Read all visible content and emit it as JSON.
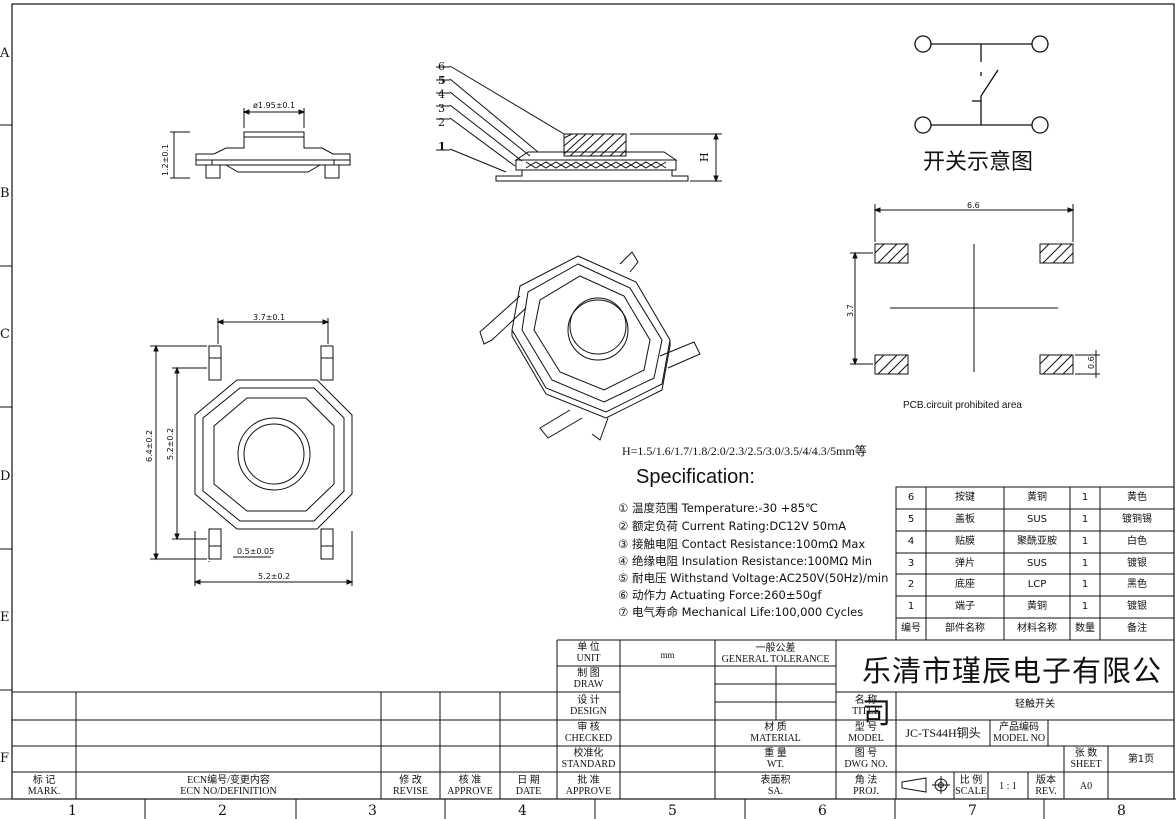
{
  "border_rows": [
    "A",
    "B",
    "C",
    "D",
    "E",
    "F"
  ],
  "border_cols": [
    "1",
    "2",
    "3",
    "4",
    "5",
    "6",
    "7",
    "8"
  ],
  "dimensions": {
    "button_dia": "ø1.95±0.1",
    "height": "1.2±0.1",
    "top_width": "3.7±0.1",
    "outer_height": "6.4±0.2",
    "inner_height": "5.2±0.2",
    "lead_width": "0.5±0.05",
    "bottom_width": "5.2±0.2",
    "pcb_width": "6.6",
    "pcb_height": "3.7",
    "pad": "0.6",
    "h_label": "H"
  },
  "layer_labels": [
    "6",
    "5",
    "4",
    "3",
    "2",
    "1"
  ],
  "schematic_title": "开关示意图",
  "pcb_note": "PCB.circuit prohibited area",
  "h_note": "H=1.5/1.6/1.7/1.8/2.0/2.3/2.5/3.0/3.5/4/4.3/5mm等",
  "spec": {
    "title": "Specification:",
    "lines": [
      "① 温度范围 Temperature:-30 +85℃",
      "② 额定负荷 Current Rating:DC12V 50mA",
      "③ 接触电阻 Contact Resistance:100mΩ Max",
      "④ 绝缘电阻 Insulation Resistance:100MΩ Min",
      "⑤ 耐电压  Withstand Voltage:AC250V(50Hz)/min",
      "⑥ 动作力 Actuating Force:260±50gf",
      "⑦ 电气寿命 Mechanical Life:100,000 Cycles"
    ]
  },
  "bom": {
    "rows": [
      [
        "6",
        "按键",
        "黄铜",
        "1",
        "黄色"
      ],
      [
        "5",
        "盖板",
        "SUS",
        "1",
        "镀铜锡"
      ],
      [
        "4",
        "贴膜",
        "聚酰亚胺",
        "1",
        "白色"
      ],
      [
        "3",
        "弹片",
        "SUS",
        "1",
        "镀银"
      ],
      [
        "2",
        "底座",
        "LCP",
        "1",
        "黑色"
      ],
      [
        "1",
        "端子",
        "黄铜",
        "1",
        "镀银"
      ]
    ],
    "header": [
      "编号",
      "部件名称",
      "材料名称",
      "数量",
      "备注"
    ]
  },
  "title_block": {
    "unit_label": "单  位",
    "unit_en": "UNIT",
    "unit_value": "mm",
    "tolerance": "一般公差",
    "tolerance_en": "GENERAL TOLERANCE",
    "draw": "制  图",
    "draw_en": "DRAW",
    "design": "设  计",
    "design_en": "DESIGN",
    "checked": "审  核",
    "checked_en": "CHECKED",
    "standard": "校准化",
    "standard_en": "STANDARD",
    "approve": "批  准",
    "approve_en": "APPROVE",
    "material": "材  质",
    "material_en": "MATERIAL",
    "weight": "重  量",
    "weight_en": "WT.",
    "surface": "表面积",
    "surface_en": "SA.",
    "company": "乐清市瑾辰电子有限公司",
    "title_label": "名  称",
    "title_en": "TITLE",
    "title_value": "轻触开关",
    "model_label": "型  号",
    "model_en": "MODEL",
    "model_value": "JC-TS44H铜头",
    "model_no": "产品编码",
    "model_no_en": "MODEL NO",
    "dwg_label": "图  号",
    "dwg_en": "DWG NO.",
    "sheet_label": "张  数",
    "sheet_en": "SHEET",
    "sheet_value": "第1页",
    "proj_label": "角  法",
    "proj_en": "PROJ.",
    "scale_label": "比 例",
    "scale_en": "SCALE",
    "scale_value": "1 : 1",
    "rev_label": "版本",
    "rev_en": "REV.",
    "rev_value": "A0"
  },
  "revision_block": {
    "mark": "标  记",
    "mark_en": "MARK.",
    "ecn": "ECN编号/变更内容",
    "ecn_en": "ECN NO/DEFINITION",
    "revise": "修  改",
    "revise_en": "REVISE",
    "approve": "核  准",
    "approve_en": "APPROVE",
    "date": "日  期",
    "date_en": "DATE"
  }
}
